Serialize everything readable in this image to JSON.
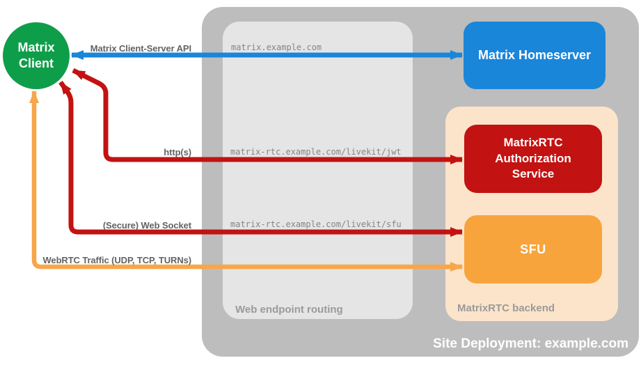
{
  "title": "MatrixRTC site deployment diagram",
  "client": {
    "label": "Matrix Client",
    "color": "#0e9e49"
  },
  "site": {
    "label": "Site Deployment: example.com",
    "color": "#bdbdbd",
    "routing": {
      "label": "Web endpoint routing",
      "color": "#e5e5e5"
    },
    "backend": {
      "label": "MatrixRTC backend",
      "color": "#fce4ca"
    }
  },
  "nodes": {
    "homeserver": {
      "label": "Matrix Homeserver",
      "color": "#1a86d9"
    },
    "auth_service": {
      "label": "MatrixRTC Authorization Service",
      "color": "#c31212"
    },
    "sfu": {
      "label": "SFU",
      "color": "#f8a43c"
    }
  },
  "connections": [
    {
      "id": "client-homeserver",
      "protocol": "Matrix Client-Server API",
      "endpoint": "matrix.example.com",
      "color": "#1a86d9",
      "bidirectional": true
    },
    {
      "id": "client-auth-service",
      "protocol": "http(s)",
      "endpoint": "matrix-rtc.example.com/livekit/jwt",
      "color": "#c31212",
      "bidirectional": true
    },
    {
      "id": "client-sfu-websocket",
      "protocol": "(Secure) Web Socket",
      "endpoint": "matrix-rtc.example.com/livekit/sfu",
      "color": "#c31212",
      "bidirectional": true
    },
    {
      "id": "client-sfu-webrtc",
      "protocol": "WebRTC Traffic (UDP, TCP, TURNs)",
      "endpoint": "",
      "color": "#f7a64c",
      "bidirectional": true
    }
  ]
}
